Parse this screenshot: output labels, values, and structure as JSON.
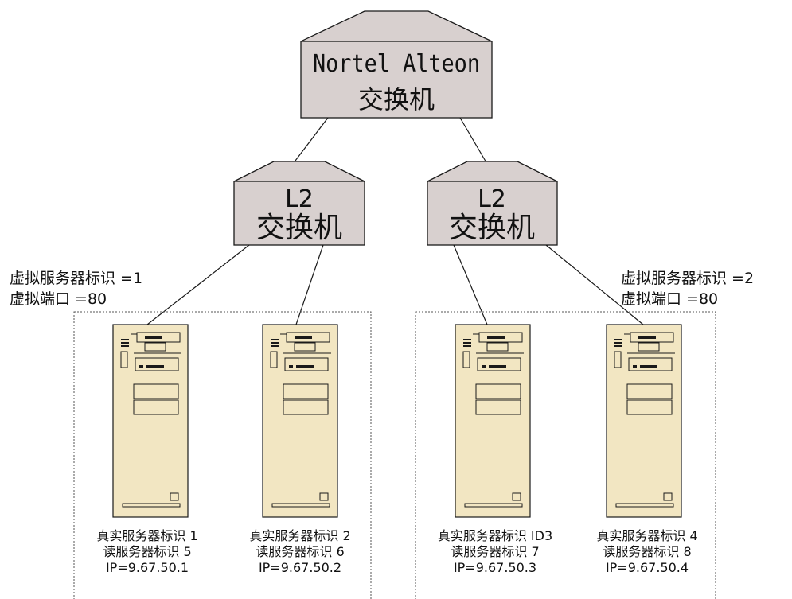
{
  "core_switch": {
    "line1": "Nortel Alteon",
    "line2": "交换机"
  },
  "l2_switches": [
    {
      "line1": "L2",
      "line2": "交换机"
    },
    {
      "line1": "L2",
      "line2": "交换机"
    }
  ],
  "virtual_groups": [
    {
      "server_id_label": "虚拟服务器标识 =1",
      "port_label": "虚拟端口 =80"
    },
    {
      "server_id_label": "虚拟服务器标识 =2",
      "port_label": "虚拟端口 =80"
    }
  ],
  "servers": [
    {
      "real_id": "真实服务器标识 1",
      "read_id": "读服务器标识 5",
      "ip": "IP=9.67.50.1"
    },
    {
      "real_id": "真实服务器标识 2",
      "read_id": "读服务器标识 6",
      "ip": "IP=9.67.50.2"
    },
    {
      "real_id": "真实服务器标识 ID3",
      "read_id": "读服务器标识 7",
      "ip": "IP=9.67.50.3"
    },
    {
      "real_id": "真实服务器标识 4",
      "read_id": "读服务器标识 8",
      "ip": "IP=9.67.50.4"
    }
  ],
  "colors": {
    "switch_fill": "#d8d0cf",
    "server_fill": "#f2e6c2",
    "stroke": "#1a1a1a"
  }
}
